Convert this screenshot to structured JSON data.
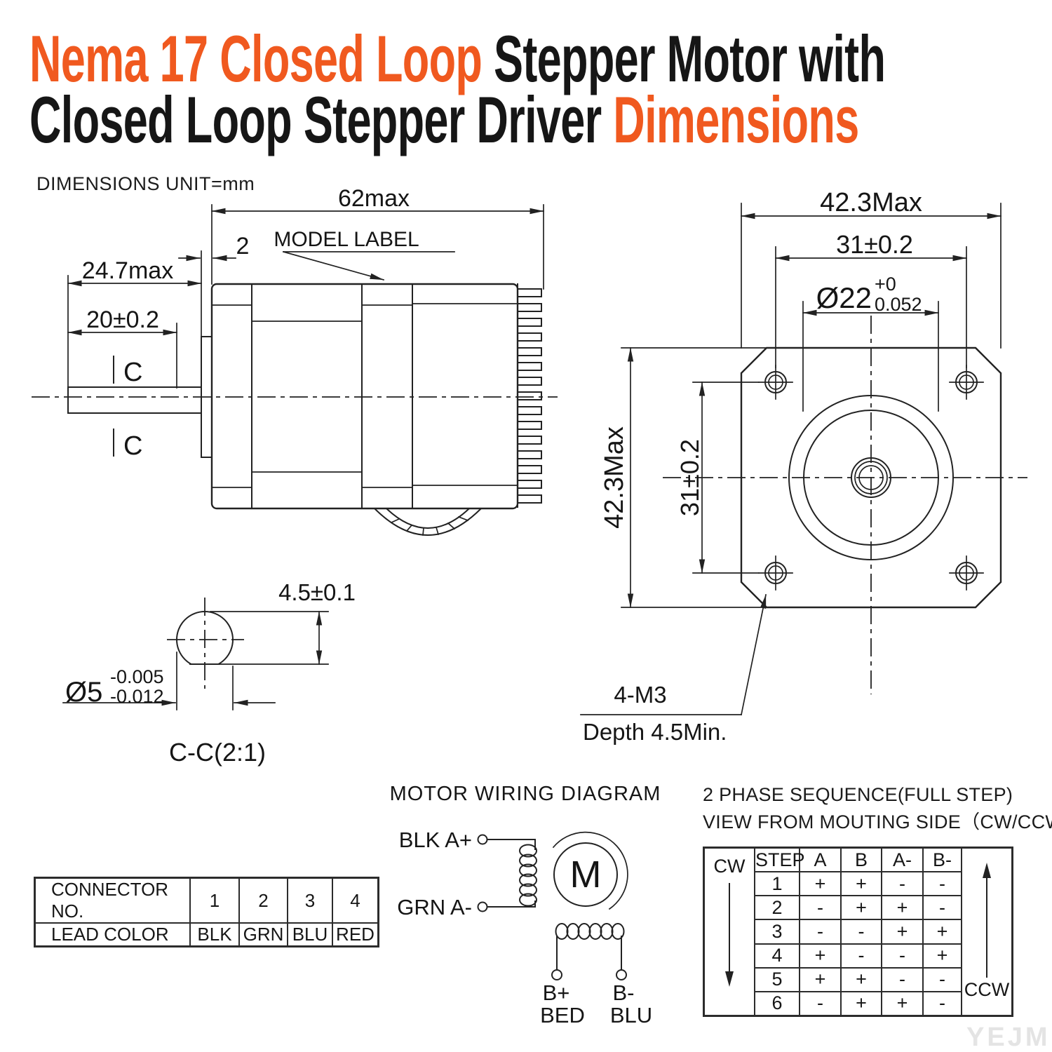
{
  "title": {
    "l1a": "Nema 17 Closed Loop",
    "l1b": " Stepper Motor with",
    "l2a": "Closed Loop Stepper Driver ",
    "l2b": "Dimensions"
  },
  "note": "DIMENSIONS UNIT=mm",
  "side_view": {
    "width": "62max",
    "gap": "2",
    "model_label": "MODEL LABEL",
    "shaft_len": "24.7max",
    "flat_len": "20±0.2",
    "section_top": "C",
    "section_bottom": "C"
  },
  "front_view": {
    "width": "42.3Max",
    "height": "42.3Max",
    "hole_pitch_h": "31±0.2",
    "hole_pitch_v": "31±0.2",
    "pilot_dia": "Ø22",
    "pilot_tol_up": "+0",
    "pilot_tol_dn": "0.052",
    "mount_holes": "4-M3",
    "mount_depth": "Depth 4.5Min."
  },
  "section_view": {
    "flat": "4.5±0.1",
    "dia": "Ø5",
    "tol_up": "-0.005",
    "tol_dn": "-0.012",
    "caption": "C-C(2:1)"
  },
  "connector_table": {
    "r1": [
      "CONNECTOR NO.",
      "1",
      "2",
      "3",
      "4"
    ],
    "r2": [
      "LEAD COLOR",
      "BLK",
      "GRN",
      "BLU",
      "RED"
    ]
  },
  "wiring": {
    "title": "MOTOR WIRING DIAGRAM",
    "a_plus": "BLK A+",
    "a_minus": "GRN A-",
    "motor": "M",
    "b_plus": "B+",
    "b_plus_lead": "BED",
    "b_minus": "B-",
    "b_minus_lead": "BLU"
  },
  "phase": {
    "title1": "2 PHASE SEQUENCE(FULL STEP)",
    "title2": "VIEW FROM MOUTING SIDE（CW/CCW）",
    "cw": "CW",
    "ccw": "CCW",
    "headers": [
      "STEP",
      "A",
      "B",
      "A-",
      "B-"
    ],
    "rows": [
      [
        "1",
        "+",
        "+",
        "-",
        "-"
      ],
      [
        "2",
        "-",
        "+",
        "+",
        "-"
      ],
      [
        "3",
        "-",
        "-",
        "+",
        "+"
      ],
      [
        "4",
        "+",
        "-",
        "-",
        "+"
      ],
      [
        "5",
        "+",
        "+",
        "-",
        "-"
      ],
      [
        "6",
        "-",
        "+",
        "+",
        "-"
      ]
    ]
  },
  "watermark": "YEJMKJ",
  "colors": {
    "accent": "#F0591F",
    "ink": "#161616",
    "line": "#222222",
    "watermark": "#E4E4E4"
  }
}
